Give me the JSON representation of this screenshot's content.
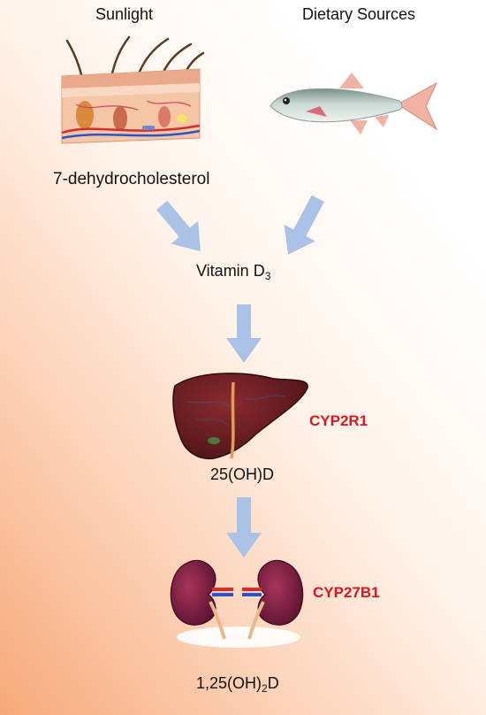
{
  "sources": {
    "sunlight": "Sunlight",
    "dietary": "Dietary Sources"
  },
  "precursor": "7-dehydrocholesterol",
  "vitamin_d3": {
    "base": "Vitamin D",
    "sub": "3"
  },
  "step1": {
    "enzyme": "CYP2R1",
    "product": "25(OH)D",
    "organ_icon": "liver-icon"
  },
  "step2": {
    "enzyme": "CYP27B1",
    "product_prefix": "1,25(OH)",
    "product_sub": "2",
    "product_suffix": "D",
    "organ_icon": "kidney-icon"
  },
  "icons": {
    "skin": "skin-cross-section-icon",
    "fish": "fish-icon"
  },
  "colors": {
    "enzyme": "#e0161c",
    "arrow": "#a9c2e6",
    "gradient_end": "#f6a97a"
  }
}
